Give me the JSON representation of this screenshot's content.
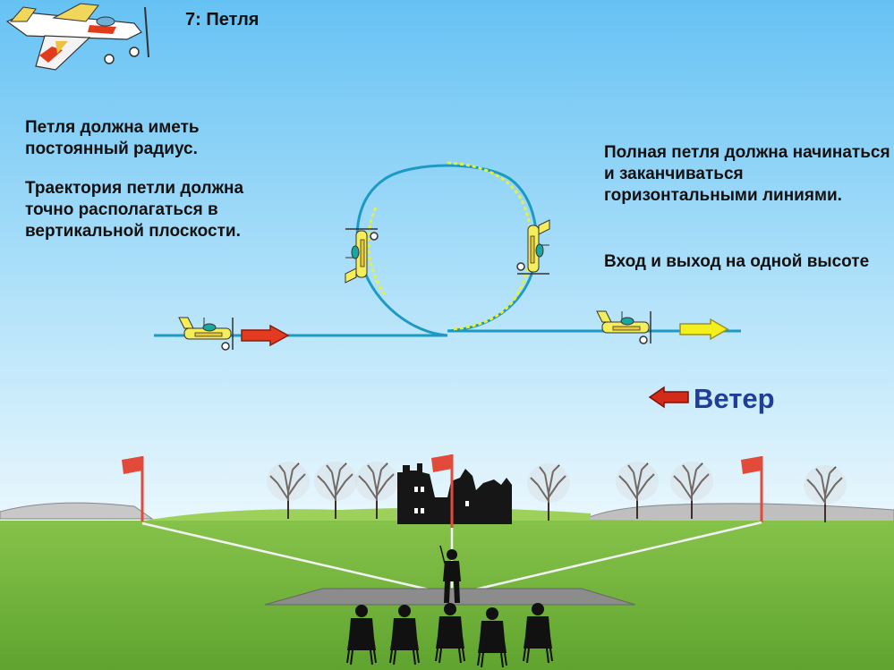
{
  "title": "7: Петля",
  "left_text": {
    "line1": "Петля должна иметь постоянный радиус.",
    "line2": "Траектория петли должна точно располагаться в вертикальной плоскости."
  },
  "right_text": {
    "line1": "Полная петля должна начинаться и заканчиваться горизонтальными линиями.",
    "line2": "Вход и выход на одной высоте"
  },
  "wind_label": "Ветер",
  "colors": {
    "sky_top": "#66c2f4",
    "sky_bottom": "#e3f4fc",
    "grass": "#78bb3c",
    "path": "#1d9ac4",
    "path_dash": "#e8f03c",
    "arrow_entry": "#e43a1f",
    "arrow_exit": "#f5ef1c",
    "arrow_wind": "#d42a1a",
    "wind_text": "#1f3d99",
    "flag": "#e24a3a"
  }
}
